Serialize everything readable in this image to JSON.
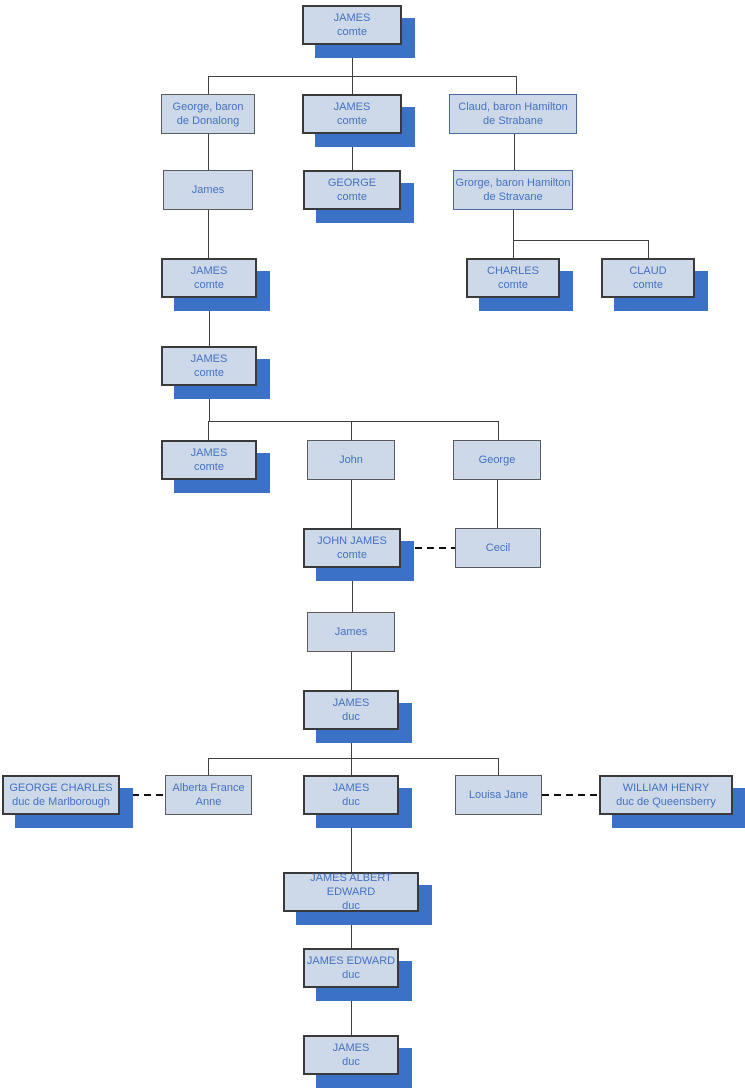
{
  "diagram": {
    "title": "family-tree",
    "background_color": "#ffffff",
    "node_fill_color": "#cdd9e8",
    "node_text_color": "#4371c1",
    "shadow_color": "#3b72c8",
    "connector_color": "#3f3f3f",
    "marriage_connector_style": "dashed"
  },
  "nodes": [
    {
      "id": "james-comte-1",
      "line1": "JAMES",
      "line2": "comte",
      "emphasized": true
    },
    {
      "id": "george-baron-donalong",
      "line1": "George, baron",
      "line2": "de Donalong",
      "emphasized": false
    },
    {
      "id": "james-comte-2",
      "line1": "JAMES",
      "line2": "comte",
      "emphasized": true
    },
    {
      "id": "claud-baron-strabane",
      "line1": "Claud, baron Hamilton",
      "line2": "de Strabane",
      "emphasized": false
    },
    {
      "id": "james-1",
      "line1": "James",
      "line2": "",
      "emphasized": false
    },
    {
      "id": "george-comte",
      "line1": "GEORGE",
      "line2": "comte",
      "emphasized": true
    },
    {
      "id": "grorge-baron-stravane",
      "line1": "Grorge, baron Hamilton",
      "line2": "de Stravane",
      "emphasized": false
    },
    {
      "id": "james-comte-3",
      "line1": "JAMES",
      "line2": "comte",
      "emphasized": true
    },
    {
      "id": "charles-comte",
      "line1": "CHARLES",
      "line2": "comte",
      "emphasized": true
    },
    {
      "id": "claud-comte",
      "line1": "CLAUD",
      "line2": "comte",
      "emphasized": true
    },
    {
      "id": "james-comte-4",
      "line1": "JAMES",
      "line2": "comte",
      "emphasized": true
    },
    {
      "id": "james-comte-5",
      "line1": "JAMES",
      "line2": "comte",
      "emphasized": true
    },
    {
      "id": "john",
      "line1": "John",
      "line2": "",
      "emphasized": false
    },
    {
      "id": "george",
      "line1": "George",
      "line2": "",
      "emphasized": false
    },
    {
      "id": "john-james-comte",
      "line1": "JOHN JAMES",
      "line2": "comte",
      "emphasized": true
    },
    {
      "id": "cecil",
      "line1": "Cecil",
      "line2": "",
      "emphasized": false
    },
    {
      "id": "james-2",
      "line1": "James",
      "line2": "",
      "emphasized": false
    },
    {
      "id": "james-duc-1",
      "line1": "JAMES",
      "line2": "duc",
      "emphasized": true
    },
    {
      "id": "george-charles-marlborough",
      "line1": "GEORGE CHARLES",
      "line2": "duc de Marlborough",
      "emphasized": true
    },
    {
      "id": "alberta-france-anne",
      "line1": "Alberta France",
      "line2": "Anne",
      "emphasized": false
    },
    {
      "id": "james-duc-2",
      "line1": "JAMES",
      "line2": "duc",
      "emphasized": true
    },
    {
      "id": "louisa-jane",
      "line1": "Louisa Jane",
      "line2": "",
      "emphasized": false
    },
    {
      "id": "william-henry-queensberry",
      "line1": "WILLIAM HENRY",
      "line2": "duc de Queensberry",
      "emphasized": true
    },
    {
      "id": "james-albert-edward-duc",
      "line1": "JAMES ALBERT EDWARD",
      "line2": "duc",
      "emphasized": true
    },
    {
      "id": "james-edward-duc",
      "line1": "JAMES EDWARD",
      "line2": "duc",
      "emphasized": true
    },
    {
      "id": "james-duc-3",
      "line1": "JAMES",
      "line2": "duc",
      "emphasized": true
    }
  ]
}
